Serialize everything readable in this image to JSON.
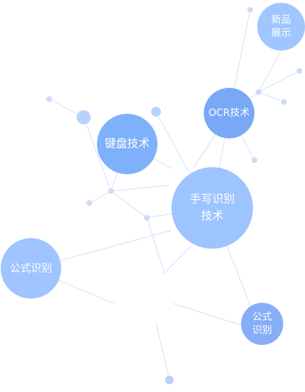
{
  "nodes": [
    {
      "id": "hw",
      "lines": [
        "手写识别",
        "技术"
      ],
      "fill": "#9dc4ff"
    },
    {
      "id": "kb",
      "lines": [
        "键盘技术"
      ],
      "fill": "#7fb0fa"
    },
    {
      "id": "ocr",
      "lines": [
        "OCR技术"
      ],
      "fill": "#78a8f6"
    },
    {
      "id": "np",
      "lines": [
        "新品",
        "展示"
      ],
      "fill": "#a0c6ff"
    },
    {
      "id": "fm1",
      "lines": [
        "公式识别"
      ],
      "fill": "#9fc4ff"
    },
    {
      "id": "fm2",
      "lines": [
        "公式",
        "识别"
      ],
      "fill": "#86aef7"
    }
  ],
  "colors": {
    "line": "#d7e6fc",
    "dot": "#cadcf8",
    "dot_strong": "#b9d2fb"
  }
}
